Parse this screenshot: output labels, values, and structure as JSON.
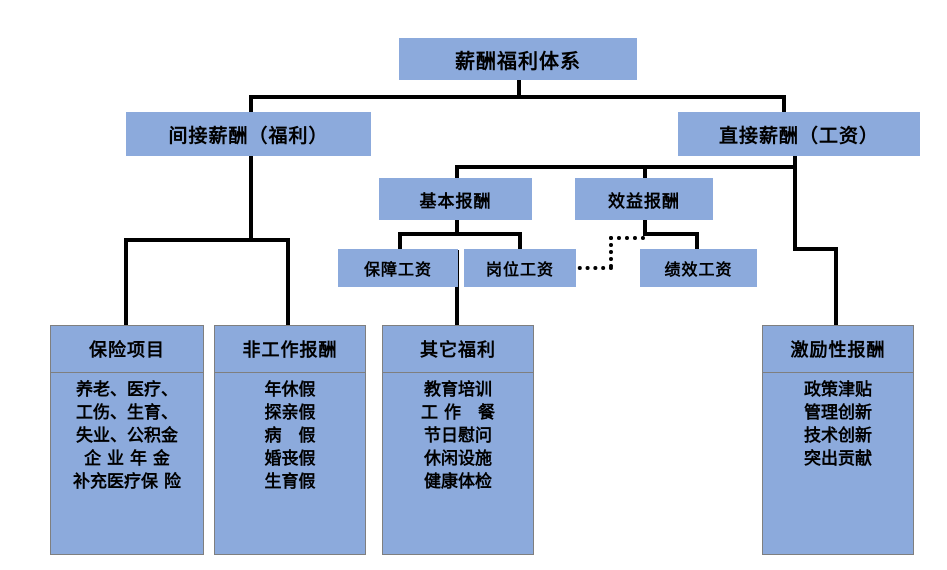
{
  "diagram": {
    "title": "薪酬福利体系",
    "type": "organizational-hierarchy",
    "colors": {
      "node_fill": "#8CAADC",
      "node_text": "#000000",
      "connector": "#000000",
      "panel_border": "#7F7F7F",
      "background": "#FFFFFF"
    }
  },
  "nodes": {
    "root": {
      "label": "薪酬福利体系"
    },
    "level2": [
      {
        "id": "indirect",
        "label": "间接薪酬（福利）"
      },
      {
        "id": "direct",
        "label": "直接薪酬（工资）"
      }
    ],
    "level3": [
      {
        "id": "basic",
        "label": "基本报酬"
      },
      {
        "id": "benefit",
        "label": "效益报酬"
      }
    ],
    "level4": [
      {
        "id": "guarantee",
        "label": "保障工资"
      },
      {
        "id": "post",
        "label": "岗位工资"
      },
      {
        "id": "performance",
        "label": "绩效工资"
      }
    ]
  },
  "panels": [
    {
      "id": "insurance",
      "header": "保险项目",
      "lines": [
        "养老、医疗、",
        "工伤、生育、",
        "失业、公积金",
        "企 业 年 金",
        "补充医疗保 险"
      ]
    },
    {
      "id": "non-work",
      "header": "非工作报酬",
      "lines": [
        "年休假",
        "探亲假",
        "病　假",
        "婚丧假",
        "生育假"
      ]
    },
    {
      "id": "other-welfare",
      "header": "其它福利",
      "lines": [
        "教育培训",
        "工 作　餐",
        "节日慰问",
        "休闲设施",
        "健康体检"
      ]
    },
    {
      "id": "incentive",
      "header": "激励性报酬",
      "lines": [
        "政策津贴",
        "管理创新",
        "技术创新",
        "突出贡献"
      ]
    }
  ]
}
